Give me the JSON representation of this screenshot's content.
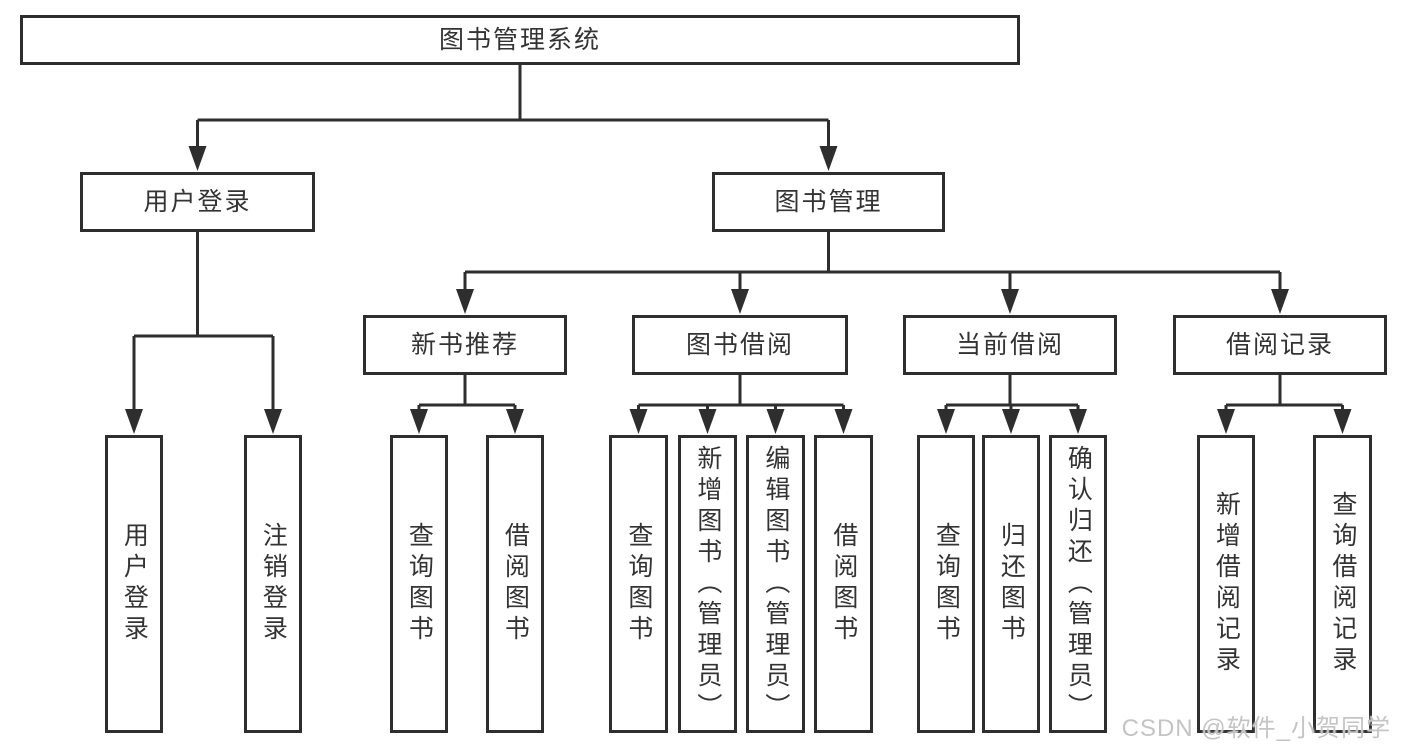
{
  "diagram": {
    "nodes": [
      {
        "id": "root",
        "label": "图书管理系统",
        "parent": null
      },
      {
        "id": "user-login",
        "label": "用户登录",
        "parent": "root"
      },
      {
        "id": "book-mgmt",
        "label": "图书管理",
        "parent": "root"
      },
      {
        "id": "new-book-rec",
        "label": "新书推荐",
        "parent": "book-mgmt"
      },
      {
        "id": "book-borrow",
        "label": "图书借阅",
        "parent": "book-mgmt"
      },
      {
        "id": "current-borrow",
        "label": "当前借阅",
        "parent": "book-mgmt"
      },
      {
        "id": "borrow-record",
        "label": "借阅记录",
        "parent": "book-mgmt"
      },
      {
        "id": "leaf-user-login",
        "label": "用户登录",
        "parent": "user-login"
      },
      {
        "id": "leaf-logout",
        "label": "注销登录",
        "parent": "user-login"
      },
      {
        "id": "leaf-nbr-query",
        "label": "查询图书",
        "parent": "new-book-rec"
      },
      {
        "id": "leaf-nbr-borrow",
        "label": "借阅图书",
        "parent": "new-book-rec"
      },
      {
        "id": "leaf-bb-query",
        "label": "查询图书",
        "parent": "book-borrow"
      },
      {
        "id": "leaf-bb-add",
        "label": "新增图书（管理员）",
        "parent": "book-borrow"
      },
      {
        "id": "leaf-bb-edit",
        "label": "编辑图书（管理员）",
        "parent": "book-borrow"
      },
      {
        "id": "leaf-bb-borrow",
        "label": "借阅图书",
        "parent": "book-borrow"
      },
      {
        "id": "leaf-cb-query",
        "label": "查询图书",
        "parent": "current-borrow"
      },
      {
        "id": "leaf-cb-return",
        "label": "归还图书",
        "parent": "current-borrow"
      },
      {
        "id": "leaf-cb-confirm",
        "label": "确认归还（管理员）",
        "parent": "current-borrow"
      },
      {
        "id": "leaf-br-add",
        "label": "新增借阅记录",
        "parent": "borrow-record"
      },
      {
        "id": "leaf-br-query",
        "label": "查询借阅记录",
        "parent": "borrow-record"
      }
    ]
  },
  "watermark": {
    "text": "CSDN @软件_小贺同学"
  },
  "colors": {
    "line": "#2e2e2e",
    "node_border": "#2e2e2e",
    "node_text": "#333333",
    "background": "#ffffff",
    "watermark_text": "#c4c4c4"
  }
}
